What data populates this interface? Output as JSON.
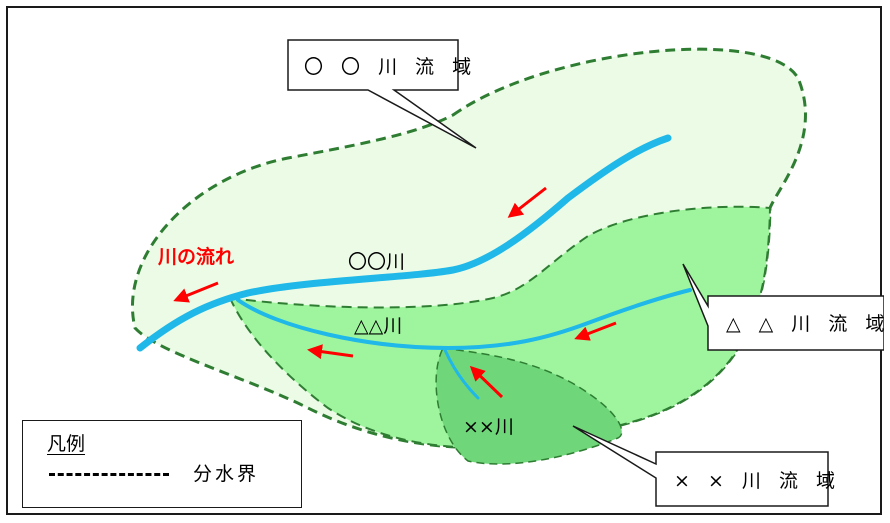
{
  "callouts": {
    "maru_basin": "〇 〇 川 流 域",
    "sankaku_basin": "△ △ 川 流 域",
    "batsu_basin": "× × 川 流 域"
  },
  "rivers": {
    "maru": "〇〇川",
    "sankaku": "△△川",
    "batsu": "××川"
  },
  "flow_label": "川の流れ",
  "legend": {
    "title": "凡例",
    "divide_label": "分水界"
  },
  "colors": {
    "maru_basin_fill": "#ebfbe6",
    "sankaku_basin_fill": "#9ef59e",
    "batsu_basin_fill": "#6fd67a",
    "divide_line": "#2e7d32",
    "river": "#1fb8e8",
    "arrow": "#ff0000"
  }
}
